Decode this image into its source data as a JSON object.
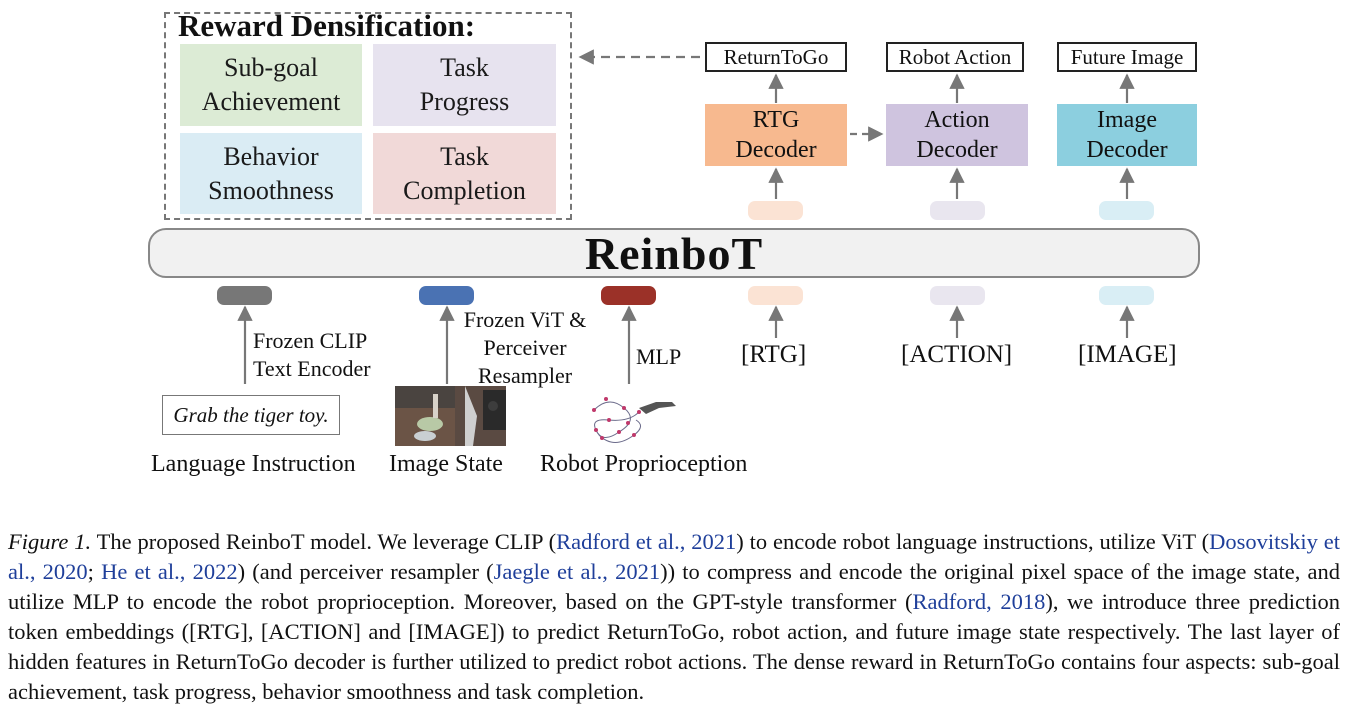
{
  "figure": {
    "reward_panel": {
      "title": "Reward Densification:",
      "cells": [
        {
          "line1": "Sub-goal",
          "line2": "Achievement",
          "color": "#dcebd5"
        },
        {
          "line1": "Task",
          "line2": "Progress",
          "color": "#e7e3ef"
        },
        {
          "line1": "Behavior",
          "line2": "Smoothness",
          "color": "#daecf4"
        },
        {
          "line1": "Task",
          "line2": "Completion",
          "color": "#f1d9d8"
        }
      ]
    },
    "outputs": [
      "ReturnToGo",
      "Robot Action",
      "Future Image"
    ],
    "decoders": [
      {
        "line1": "RTG",
        "line2": "Decoder",
        "color": "#f7b98f"
      },
      {
        "line1": "Action",
        "line2": "Decoder",
        "color": "#cfc4df"
      },
      {
        "line1": "Image",
        "line2": "Decoder",
        "color": "#8ccfdf"
      }
    ],
    "model_name": "ReinboT",
    "token_colors": {
      "text": "#777777",
      "image": "#4a72b3",
      "proprio": "#9b3128",
      "rtg": "#fbe3d4",
      "action": "#e9e6ef",
      "img": "#d9eef5"
    },
    "encoders": {
      "clip_line1": "Frozen CLIP",
      "clip_line2": "Text Encoder",
      "vit_line1": "Frozen ViT &",
      "vit_line2": "Perceiver",
      "vit_line3": "Resampler",
      "mlp": "MLP"
    },
    "prediction_tokens": [
      "[RTG]",
      "[ACTION]",
      "[IMAGE]"
    ],
    "instruction_text": "Grab the tiger toy.",
    "input_labels": [
      "Language Instruction",
      "Image State",
      "Robot Proprioception"
    ]
  },
  "caption": {
    "fig_label": "Figure 1.",
    "s1": " The proposed ReinboT model. We leverage CLIP (",
    "c1": "Radford et al., 2021",
    "s2": ") to encode robot language instructions, utilize ViT (",
    "c2": "Dosovitskiy et al., 2020",
    "s3": "; ",
    "c3": "He et al., 2022",
    "s4": ") (and perceiver resampler (",
    "c4": "Jaegle et al., 2021",
    "s5": ")) to compress and encode the original pixel space of the image state, and utilize MLP to encode the robot proprioception. Moreover, based on the GPT-style transformer (",
    "c5": "Radford, 2018",
    "s6": "), we introduce three prediction token embeddings ([RTG], [ACTION] and [IMAGE]) to predict ReturnToGo, robot action, and future image state respectively. The last layer of hidden features in ReturnToGo decoder is further utilized to predict robot actions. The dense reward in ReturnToGo contains four aspects: sub-goal achievement, task progress, behavior smoothness and task completion."
  }
}
